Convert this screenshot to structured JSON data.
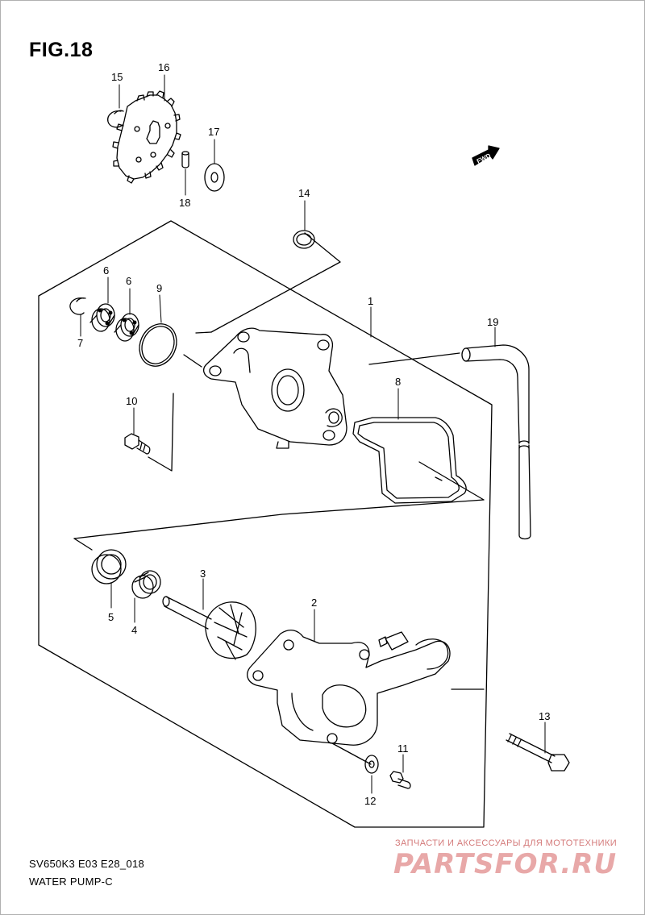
{
  "figure": {
    "title": "FIG.18",
    "code": "SV650K3 E03 E28_018",
    "name": "WATER PUMP-C"
  },
  "direction_label": "FWD",
  "callouts": [
    "1",
    "2",
    "3",
    "4",
    "5",
    "6",
    "6",
    "7",
    "8",
    "9",
    "10",
    "11",
    "12",
    "13",
    "14",
    "15",
    "16",
    "17",
    "18",
    "19"
  ],
  "watermark": {
    "subtitle": "ЗАПЧАСТИ И АКСЕССУАРЫ ДЛЯ МОТОТЕХНИКИ",
    "logo": "PARTSFOR.RU"
  }
}
